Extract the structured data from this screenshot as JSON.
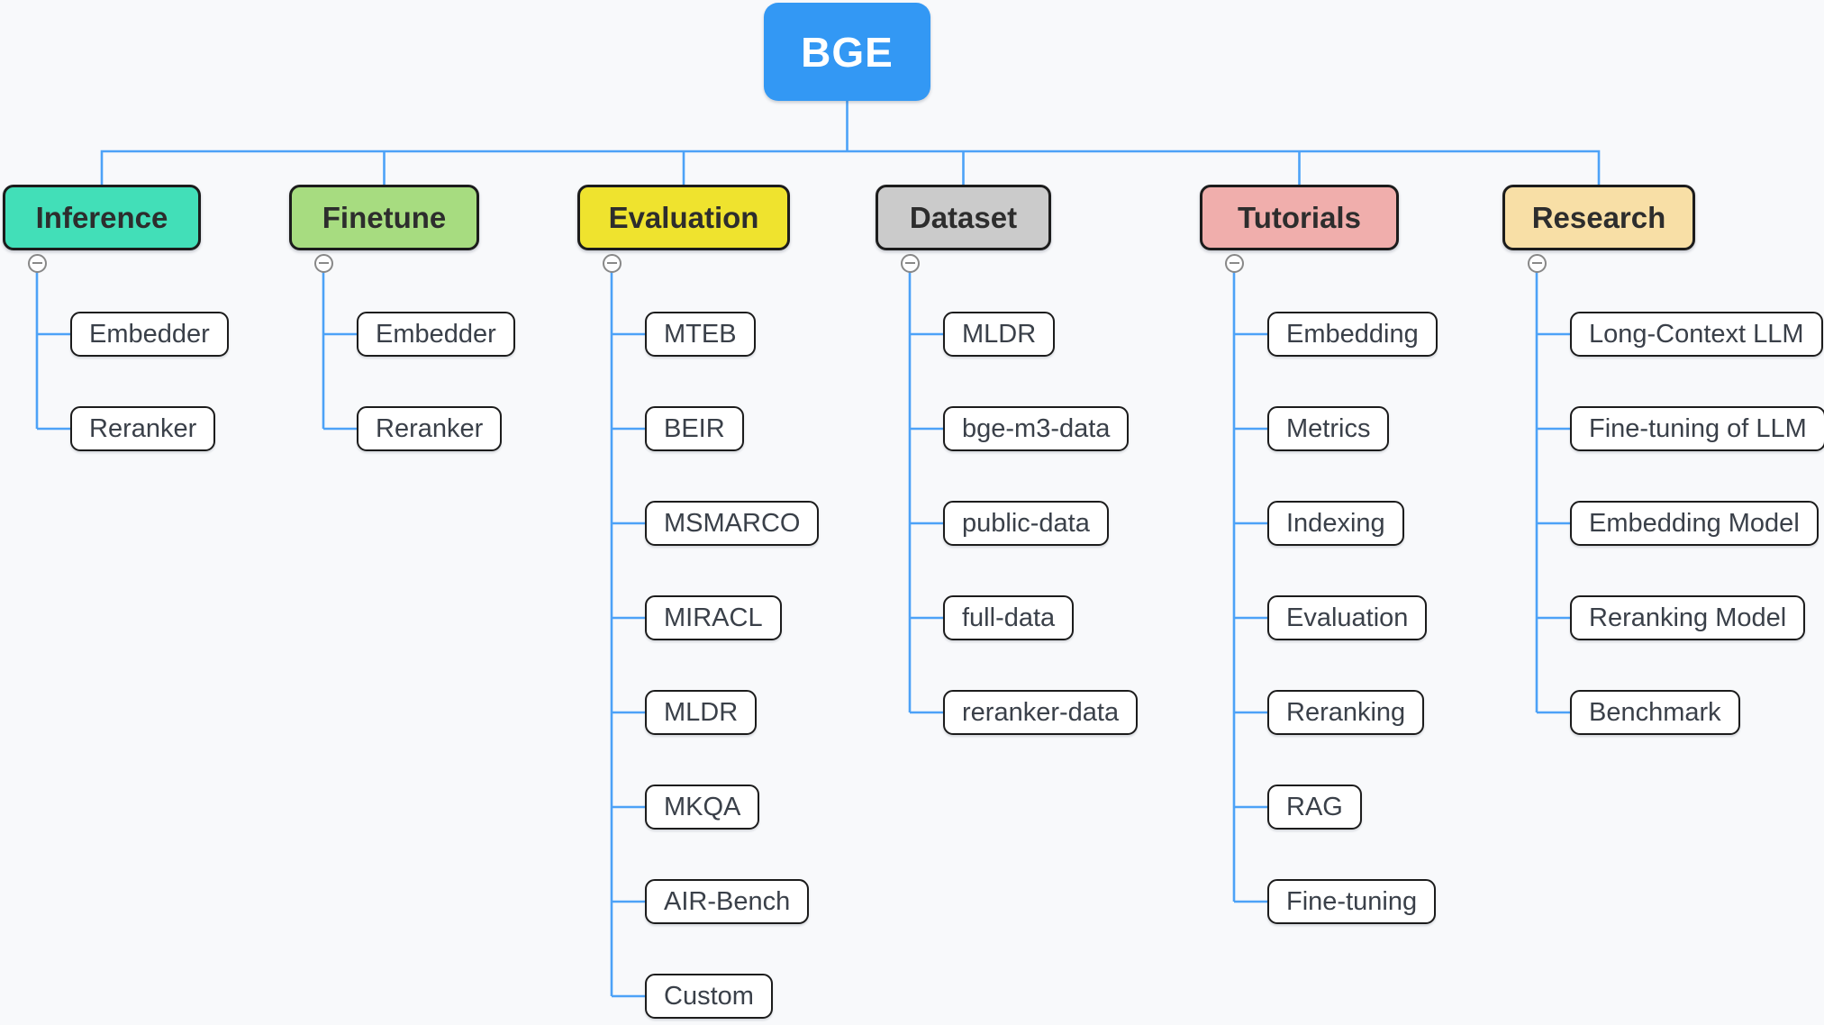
{
  "root": {
    "label": "BGE",
    "color": "#3398f4",
    "text_color": "#ffffff"
  },
  "branches": [
    {
      "label": "Inference",
      "color": "#42dfb8",
      "children": [
        "Embedder",
        "Reranker"
      ]
    },
    {
      "label": "Finetune",
      "color": "#a7dc80",
      "children": [
        "Embedder",
        "Reranker"
      ]
    },
    {
      "label": "Evaluation",
      "color": "#efe32e",
      "children": [
        "MTEB",
        "BEIR",
        "MSMARCO",
        "MIRACL",
        "MLDR",
        "MKQA",
        "AIR-Bench",
        "Custom"
      ]
    },
    {
      "label": "Dataset",
      "color": "#cbcbcb",
      "children": [
        "MLDR",
        "bge-m3-data",
        "public-data",
        "full-data",
        "reranker-data"
      ]
    },
    {
      "label": "Tutorials",
      "color": "#f0aeac",
      "children": [
        "Embedding",
        "Metrics",
        "Indexing",
        "Evaluation",
        "Reranking",
        "RAG",
        "Fine-tuning"
      ]
    },
    {
      "label": "Research",
      "color": "#f8dfa6",
      "children": [
        "Long-Context LLM",
        "Fine-tuning of LLM",
        "Embedding Model",
        "Reranking Model",
        "Benchmark"
      ]
    }
  ],
  "icons": {
    "collapse": "minus-circle"
  },
  "colors": {
    "background": "#f8f9fb",
    "connector": "#4da2f7",
    "node_border": "#1c1c1c",
    "child_background": "#ffffff",
    "branch_text": "#2d2d2d",
    "child_text": "#3a4049",
    "collapse_gray": "#888888"
  }
}
